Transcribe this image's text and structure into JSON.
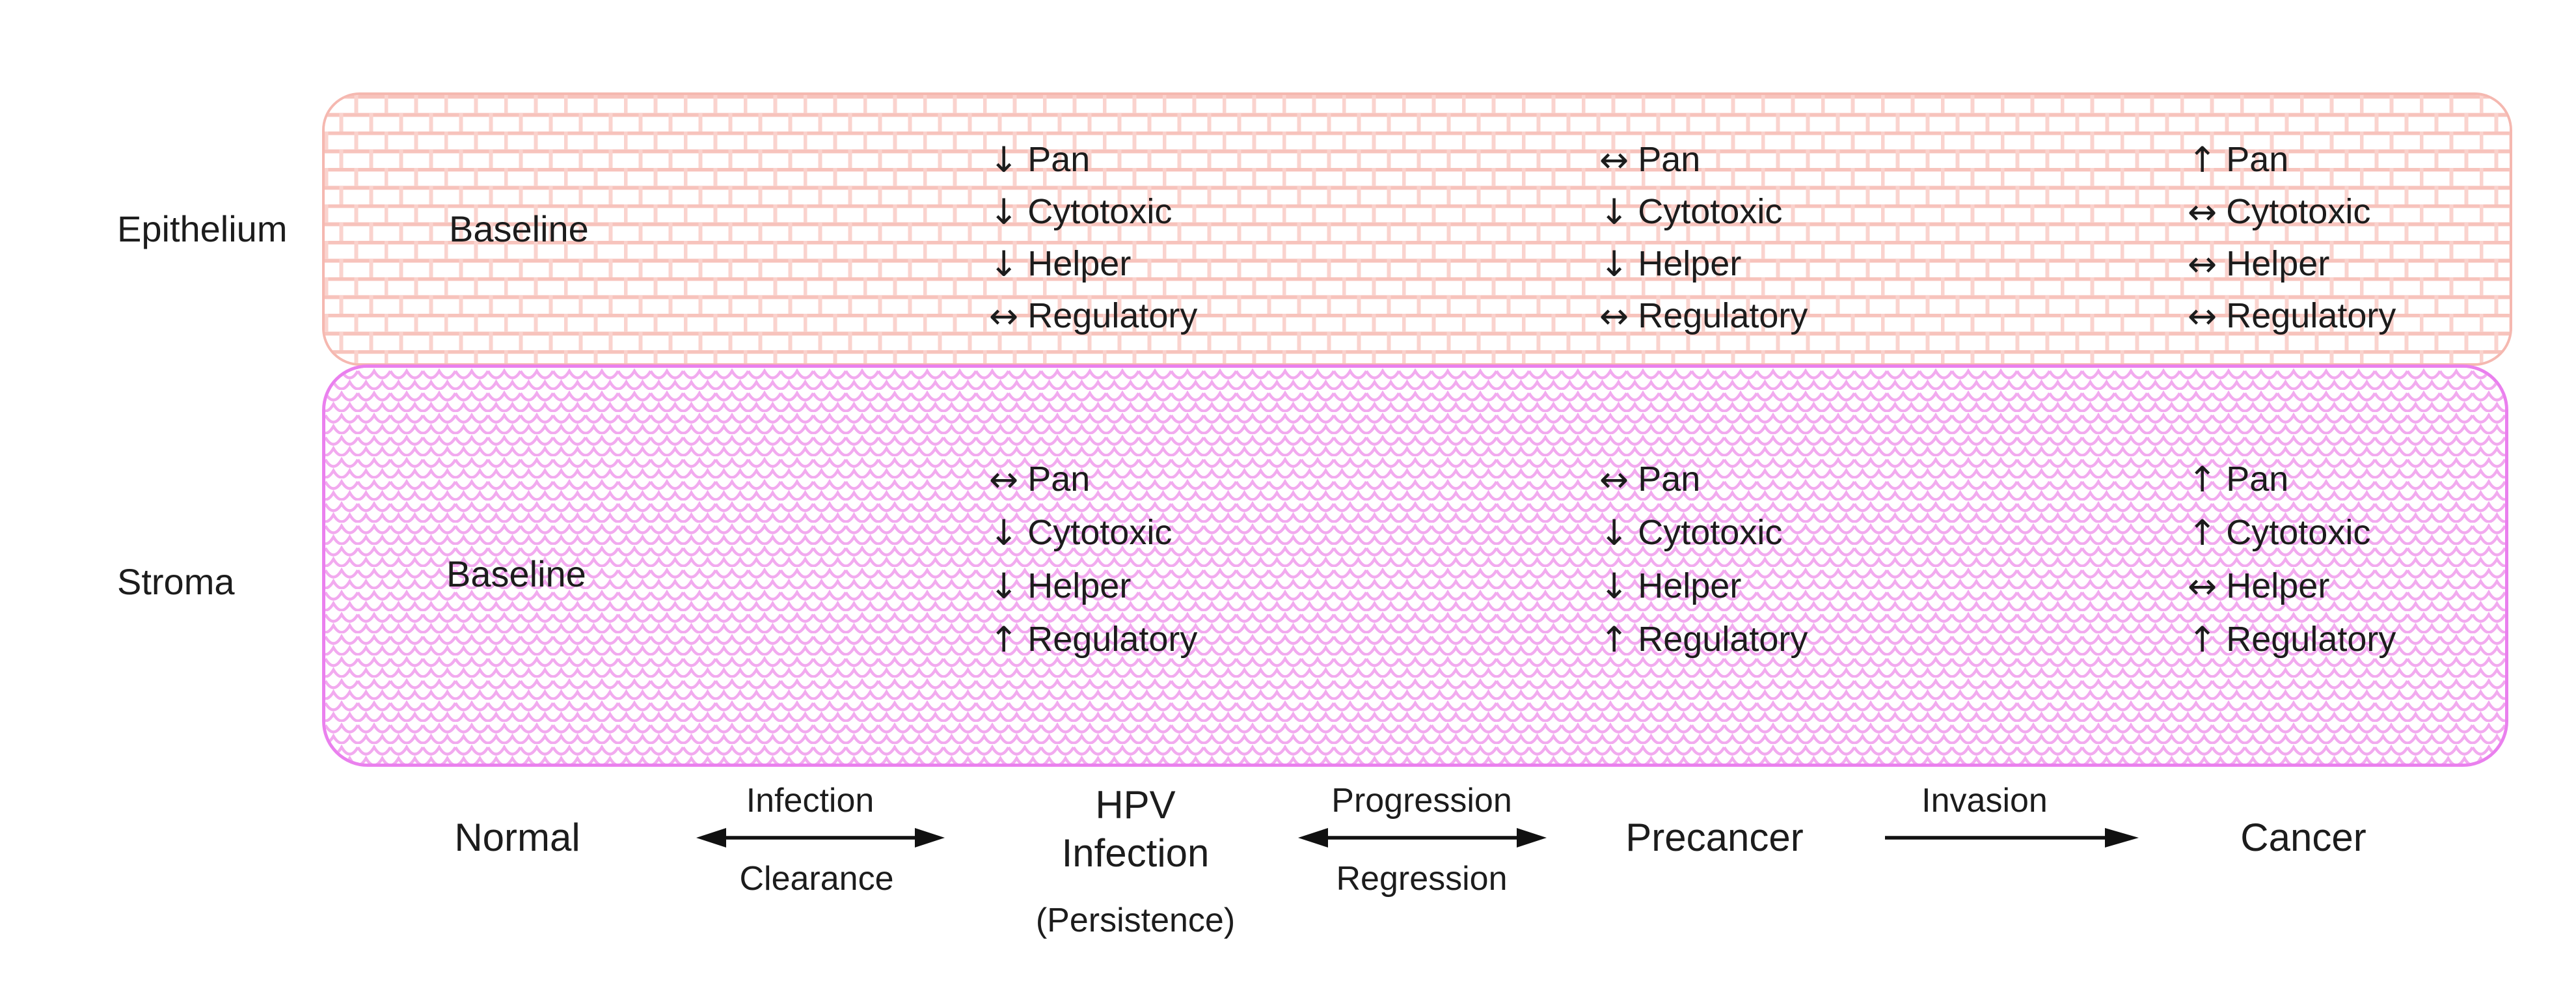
{
  "epithelium": {
    "label": "Epithelium",
    "baseline": "Baseline",
    "hpv": {
      "items": [
        {
          "arrow": "↓",
          "name": "Pan"
        },
        {
          "arrow": "↓",
          "name": "Cytotoxic"
        },
        {
          "arrow": "↓",
          "name": "Helper"
        },
        {
          "arrow": "↔",
          "name": "Regulatory"
        }
      ]
    },
    "precancer": {
      "items": [
        {
          "arrow": "↔",
          "name": "Pan"
        },
        {
          "arrow": "↓",
          "name": "Cytotoxic"
        },
        {
          "arrow": "↓",
          "name": "Helper"
        },
        {
          "arrow": "↔",
          "name": "Regulatory"
        }
      ]
    },
    "cancer": {
      "items": [
        {
          "arrow": "↑",
          "name": "Pan"
        },
        {
          "arrow": "↔",
          "name": "Cytotoxic"
        },
        {
          "arrow": "↔",
          "name": "Helper"
        },
        {
          "arrow": "↔",
          "name": "Regulatory"
        }
      ]
    }
  },
  "stroma": {
    "label": "Stroma",
    "baseline": "Baseline",
    "hpv": {
      "items": [
        {
          "arrow": "↔",
          "name": "Pan"
        },
        {
          "arrow": "↓",
          "name": "Cytotoxic"
        },
        {
          "arrow": "↓",
          "name": "Helper"
        },
        {
          "arrow": "↑",
          "name": "Regulatory"
        }
      ]
    },
    "precancer": {
      "items": [
        {
          "arrow": "↔",
          "name": "Pan"
        },
        {
          "arrow": "↓",
          "name": "Cytotoxic"
        },
        {
          "arrow": "↓",
          "name": "Helper"
        },
        {
          "arrow": "↑",
          "name": "Regulatory"
        }
      ]
    },
    "cancer": {
      "items": [
        {
          "arrow": "↑",
          "name": "Pan"
        },
        {
          "arrow": "↑",
          "name": "Cytotoxic"
        },
        {
          "arrow": "↔",
          "name": "Helper"
        },
        {
          "arrow": "↑",
          "name": "Regulatory"
        }
      ]
    }
  },
  "axis": {
    "stages": {
      "normal": "Normal",
      "hpv_line1": "HPV",
      "hpv_line2": "Infection",
      "hpv_line3": "(Persistence)",
      "precancer": "Precancer",
      "cancer": "Cancer"
    },
    "transitions": {
      "infection_clearance": {
        "above": "Infection",
        "below": "Clearance"
      },
      "progression_regression": {
        "above": "Progression",
        "below": "Regression"
      },
      "invasion": {
        "above": "Invasion"
      }
    }
  },
  "colors": {
    "epithelium_border": "#f5b8b0",
    "epithelium_pattern": "#fad3ce",
    "stroma_border": "#ea80ee",
    "stroma_pattern": "#f2aaef",
    "text": "#1c1c1c"
  }
}
